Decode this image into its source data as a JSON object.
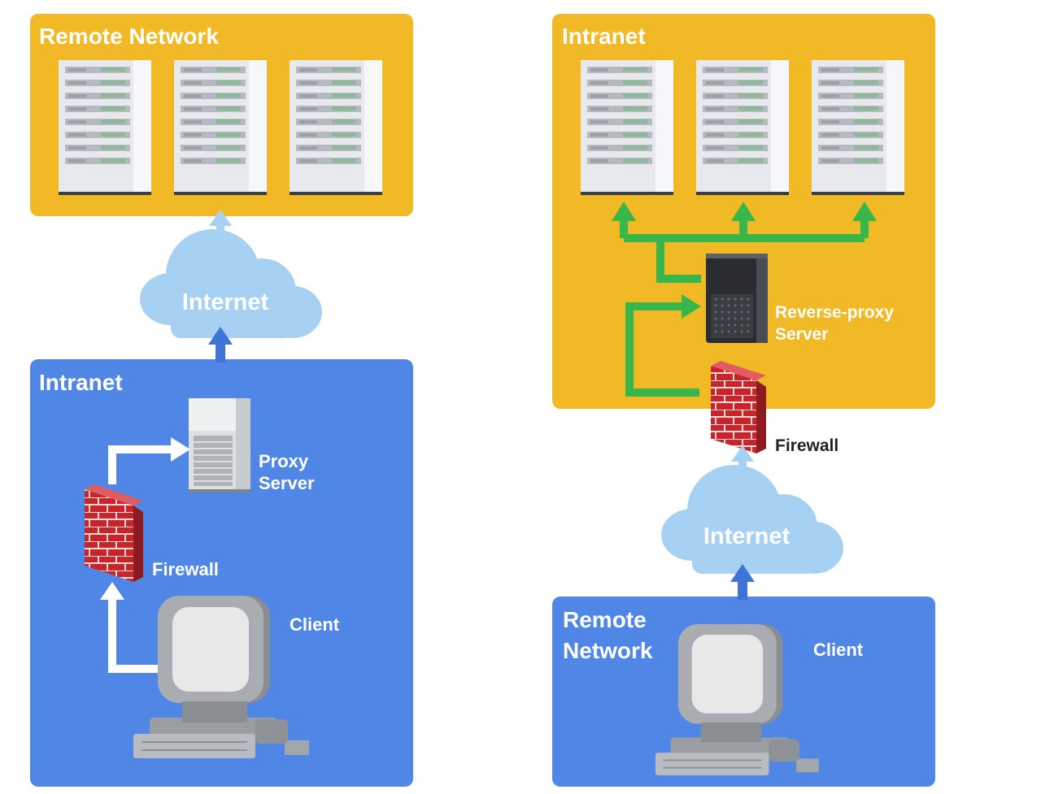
{
  "left_diagram": {
    "remote_network_label": "Remote Network",
    "internet_label": "Internet",
    "intranet_label": "Intranet",
    "proxy_label_line1": "Proxy",
    "proxy_label_line2": "Server",
    "firewall_label": "Firewall",
    "client_label": "Client"
  },
  "right_diagram": {
    "intranet_label": "Intranet",
    "reverse_proxy_label_line1": "Reverse-proxy",
    "reverse_proxy_label_line2": "Server",
    "firewall_label": "Firewall",
    "internet_label": "Internet",
    "remote_network_label_line1": "Remote",
    "remote_network_label_line2": "Network",
    "client_label": "Client"
  },
  "colors": {
    "yellow_panel": "#F0B925",
    "blue_panel": "#5086E6",
    "cloud": "#A7D1F2",
    "arrow_blue": "#3E74D8",
    "arrow_green": "#38B64A",
    "firewall_red": "#C8242A",
    "white": "#FFFFFF"
  }
}
